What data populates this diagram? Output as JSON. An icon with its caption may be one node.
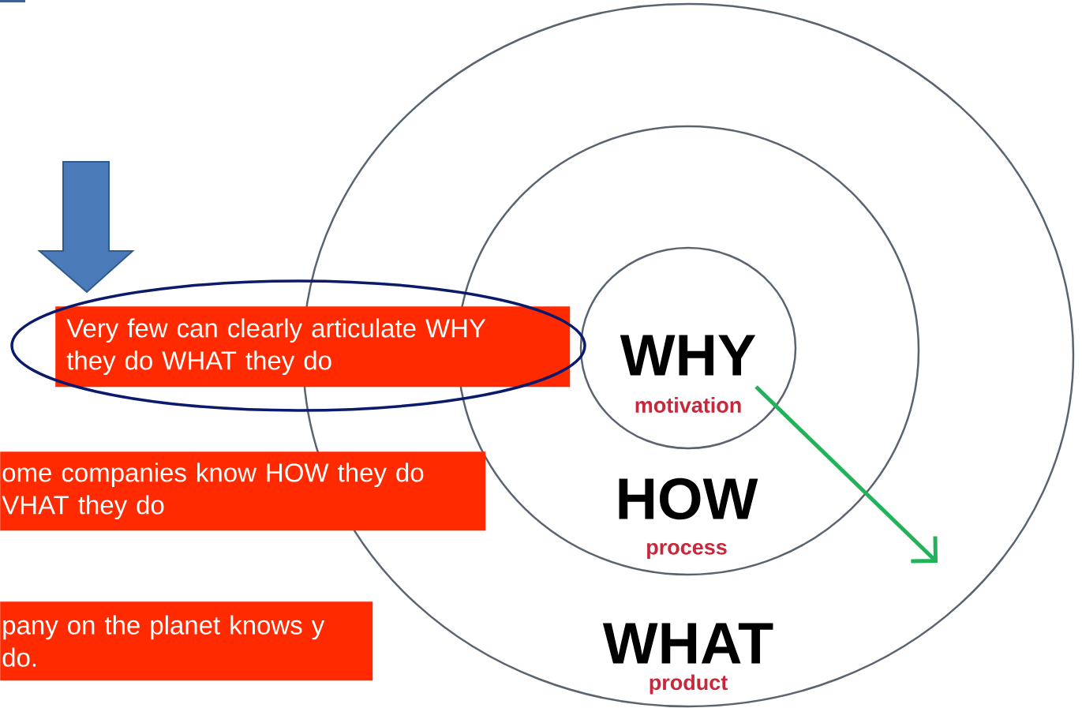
{
  "diagram": {
    "nodes": [
      {
        "text": [
          "WHAT",
          "product"
        ]
      },
      {
        "text": [
          "HOW",
          "process"
        ],
        "in": 0
      },
      {
        "text": [
          "WHY",
          "motivation"
        ],
        "in": 1
      },
      {
        "text": [
          "Very few can clearly articulate WHY they do WHAT they do"
        ]
      },
      {
        "text": [
          "ome companies know HOW they do VHAT they do"
        ]
      },
      {
        "text": [
          "pany on the planet knows y do."
        ]
      }
    ],
    "edges": [
      {
        "from": null,
        "to": 3,
        "arrow": "to",
        "color": "#4a7ab8"
      },
      {
        "from": 2,
        "to": null,
        "arrow": "to",
        "color": "#22b35a"
      }
    ]
  }
}
